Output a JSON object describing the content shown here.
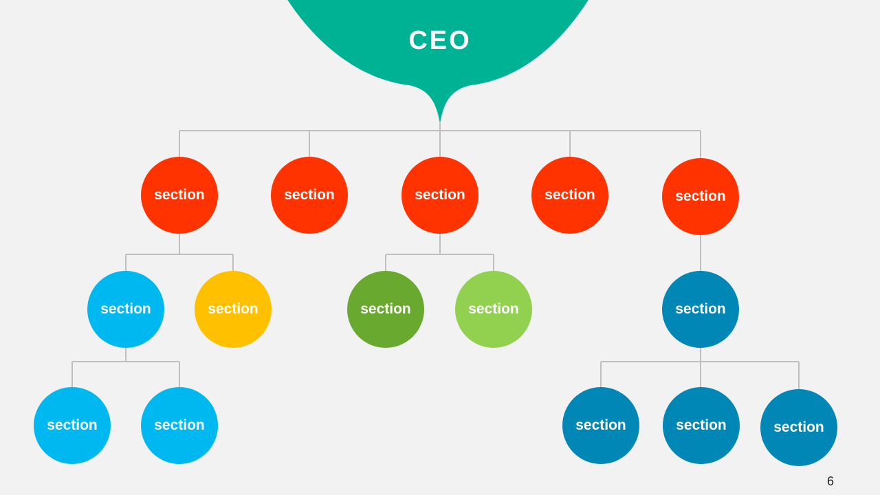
{
  "colors": {
    "background": "#f2f2f2",
    "ceo": "#00b294",
    "connector": "#bfbfbf",
    "red": "#ff3300",
    "sky_blue": "#00b8f0",
    "yellow": "#ffc000",
    "dark_green": "#6aa92f",
    "light_green": "#92d050",
    "teal_blue": "#0087b5"
  },
  "ceo": {
    "label": "CEO"
  },
  "level1": [
    {
      "label": "section",
      "color": "#ff3300"
    },
    {
      "label": "section",
      "color": "#ff3300"
    },
    {
      "label": "section",
      "color": "#ff3300"
    },
    {
      "label": "section",
      "color": "#ff3300"
    },
    {
      "label": "section",
      "color": "#ff3300"
    }
  ],
  "level2": [
    {
      "label": "section",
      "color": "#00b8f0"
    },
    {
      "label": "section",
      "color": "#ffc000"
    },
    {
      "label": "section",
      "color": "#6aa92f"
    },
    {
      "label": "section",
      "color": "#92d050"
    },
    {
      "label": "section",
      "color": "#0087b5"
    }
  ],
  "level3": [
    {
      "label": "section",
      "color": "#00b8f0"
    },
    {
      "label": "section",
      "color": "#00b8f0"
    },
    {
      "label": "section",
      "color": "#0087b5"
    },
    {
      "label": "section",
      "color": "#0087b5"
    },
    {
      "label": "section",
      "color": "#0087b5"
    }
  ],
  "page_number": "6"
}
